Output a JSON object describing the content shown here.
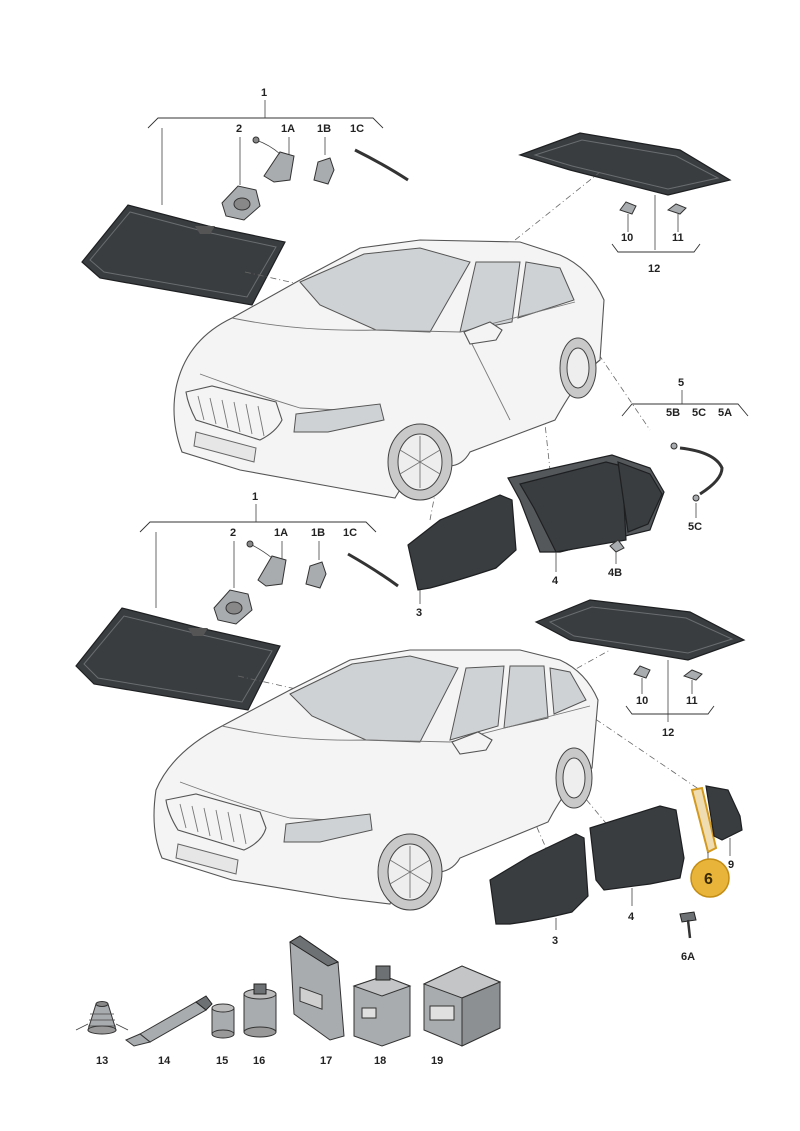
{
  "labels": {
    "top_group": "1",
    "top_sensor": "2",
    "top_1a": "1A",
    "top_1b": "1B",
    "top_1c": "1C",
    "top_roof_10": "10",
    "top_roof_11": "11",
    "top_roof_12": "12",
    "door_group": "5",
    "door_5b": "5B",
    "door_5c_top": "5C",
    "door_5a": "5A",
    "door_5c": "5C",
    "door_4b": "4B",
    "front_door_glass_top": "3",
    "rear_door_glass_top": "4",
    "bottom_group": "1",
    "bottom_sensor": "2",
    "bottom_1a": "1A",
    "bottom_1b": "1B",
    "bottom_1c": "1C",
    "bottom_roof_10": "10",
    "bottom_roof_11": "11",
    "bottom_roof_12": "12",
    "front_door_glass_bottom": "3",
    "rear_door_glass_bottom": "4",
    "quarter_glass": "9",
    "highlighted_part": "6",
    "screw_6a": "6A",
    "p13": "13",
    "p14": "14",
    "p15": "15",
    "p16": "16",
    "p17": "17",
    "p18": "18",
    "p19": "19"
  },
  "colors": {
    "highlight": "#e8b43a",
    "glass": "#3a3d40"
  }
}
